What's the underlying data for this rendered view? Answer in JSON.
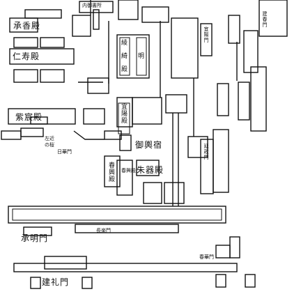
{
  "map": {
    "labels": {
      "naishodokoro": "内御書所",
      "shokyoden": "承香殿",
      "jojuden": "仁寿殿",
      "shishinden": "紫宸殿",
      "gishuden_top": "綾",
      "gishuden_mid": "綺",
      "gishuden_bot": "殿",
      "shomeimon": "明",
      "giyoden": "宜陽殿",
      "giyomon": "宜陽門",
      "ukon_sakon": "左近",
      "sakura": "の桜",
      "nikkamon": "日華門",
      "kohoden": "春興殿",
      "kohoden_short": "春興殿",
      "mikishindokoro": "御輿宿",
      "shukidoden": "朱器殿",
      "enseimon": "延政門",
      "jomeimon": "承明門",
      "chorakumon": "長楽門",
      "shunkamon": "春華門",
      "kenreimon": "建礼門",
      "right_top": "建春門"
    }
  }
}
